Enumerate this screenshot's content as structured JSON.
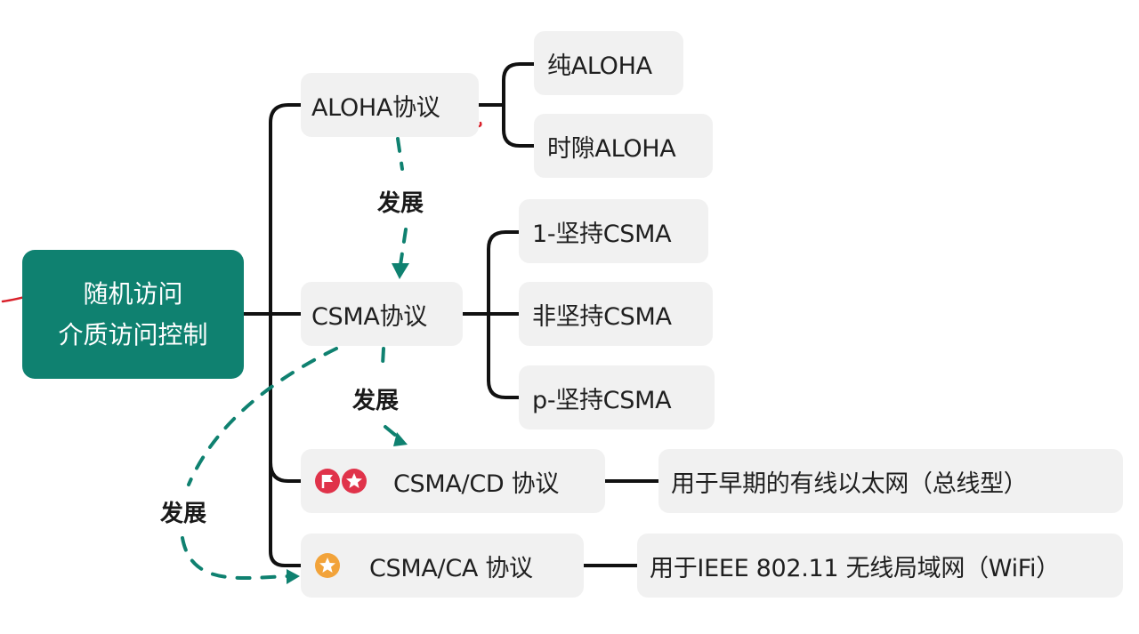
{
  "root": {
    "line1": "随机访问",
    "line2": "介质访问控制"
  },
  "protocols": {
    "aloha": {
      "label": "ALOHA协议"
    },
    "csma": {
      "label": "CSMA协议"
    },
    "csma_cd": {
      "label": "CSMA/CD 协议",
      "note": "用于早期的有线以太网（总线型）"
    },
    "csma_ca": {
      "label": "CSMA/CA 协议",
      "note": "用于IEEE 802.11 无线局域网（WiFi）"
    }
  },
  "aloha_children": [
    "纯ALOHA",
    "时隙ALOHA"
  ],
  "csma_children": [
    "1-坚持CSMA",
    "非坚持CSMA",
    "p-坚持CSMA"
  ],
  "develop_labels": {
    "aloha_to_csma": "发展",
    "csma_to_cd": "发展",
    "csma_to_ca": "发展"
  },
  "colors": {
    "root_bg": "#0f8170",
    "node_bg": "#f1f1f1",
    "connector": "#111111",
    "dashed_arrow": "#0f8170",
    "annotation_red": "#d9202a",
    "flag_icon_red": "#e0334a",
    "star_icon_orange": "#f2a33a"
  },
  "icons": {
    "csma_cd": [
      "flag-icon",
      "star-icon"
    ],
    "csma_ca": [
      "star-icon"
    ]
  }
}
